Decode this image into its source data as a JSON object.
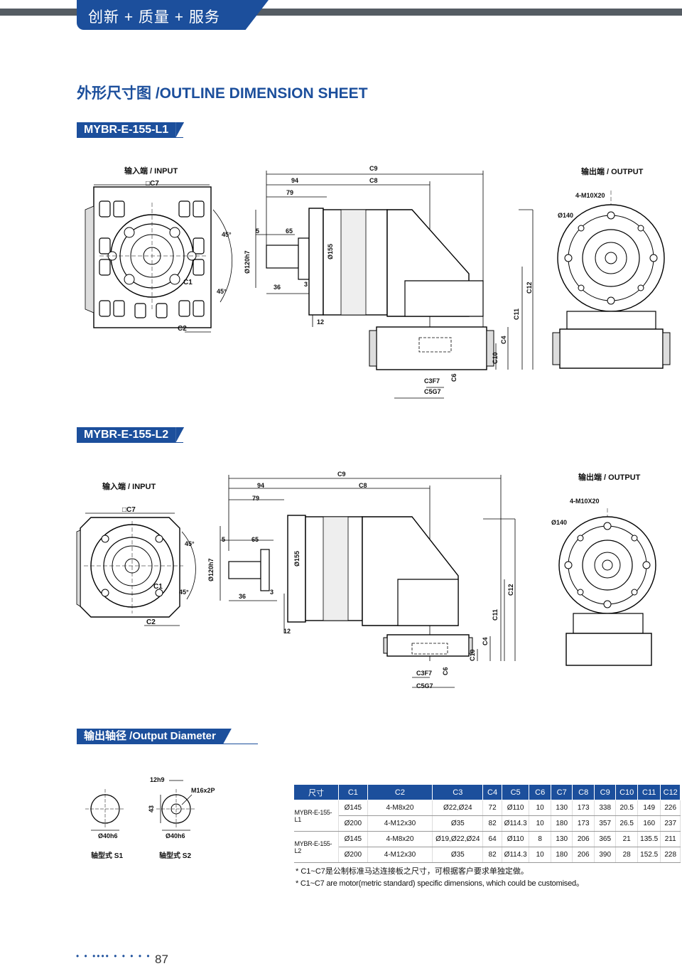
{
  "header": {
    "title": "创新 + 质量 + 服务"
  },
  "section_title": "外形尺寸图 /OUTLINE DIMENSION SHEET",
  "drawings": [
    {
      "model": "MYBR-E-155-L1",
      "input_label": "输入端 / INPUT",
      "output_label": "输出端 / OUTPUT",
      "dims": {
        "c7": "□C7",
        "c1": "C1",
        "c2": "C2",
        "a45a": "45°",
        "a45b": "45°",
        "c9": "C9",
        "c8": "C8",
        "d94": "94",
        "d79": "79",
        "d5": "5",
        "d65": "65",
        "d120": "Ø120h7",
        "d155": "Ø155",
        "d36": "36",
        "d3": "3",
        "d12": "12",
        "c12": "C12",
        "c11": "C11",
        "c4": "C4",
        "c10": "C10",
        "c6": "C6",
        "c3": "C3F7",
        "c5": "C5G7",
        "m10": "4-M10X20",
        "d140": "Ø140"
      }
    },
    {
      "model": "MYBR-E-155-L2",
      "input_label": "输入端 / INPUT",
      "output_label": "输出端 / OUTPUT",
      "dims": {
        "c7": "□C7",
        "c1": "C1",
        "c2": "C2",
        "a45a": "45°",
        "a45b": "45°",
        "c9": "C9",
        "c8": "C8",
        "d94": "94",
        "d79": "79",
        "d5": "5",
        "d65": "65",
        "d120": "Ø120h7",
        "d155": "Ø155",
        "d36": "36",
        "d3": "3",
        "d12": "12",
        "c12": "C12",
        "c11": "C11",
        "c4": "C4",
        "c10": "C10",
        "c6": "C6",
        "c3": "C3F7",
        "c5": "C5G7",
        "m10": "4-M10X20",
        "d140": "Ø140"
      }
    }
  ],
  "output_diameter": {
    "title": "输出轴径 /Output Diameter",
    "s1_label": "轴型式  S1",
    "s2_label": "轴型式  S2",
    "s1_dia": "Ø40h6",
    "s2_dia": "Ø40h6",
    "s2_key": "12h9",
    "s2_height": "43",
    "s2_thread": "M16x2P"
  },
  "table": {
    "headers": [
      "尺寸",
      "C1",
      "C2",
      "C3",
      "C4",
      "C5",
      "C6",
      "C7",
      "C8",
      "C9",
      "C10",
      "C11",
      "C12"
    ],
    "groups": [
      {
        "model": "MYBR-E-155-L1",
        "rows": [
          [
            "Ø145",
            "4-M8x20",
            "Ø22,Ø24",
            "72",
            "Ø110",
            "10",
            "130",
            "173",
            "338",
            "20.5",
            "149",
            "226"
          ],
          [
            "Ø200",
            "4-M12x30",
            "Ø35",
            "82",
            "Ø114.3",
            "10",
            "180",
            "173",
            "357",
            "26.5",
            "160",
            "237"
          ]
        ]
      },
      {
        "model": "MYBR-E-155-L2",
        "rows": [
          [
            "Ø145",
            "4-M8x20",
            "Ø19,Ø22,Ø24",
            "64",
            "Ø110",
            "8",
            "130",
            "206",
            "365",
            "21",
            "135.5",
            "211"
          ],
          [
            "Ø200",
            "4-M12x30",
            "Ø35",
            "82",
            "Ø114.3",
            "10",
            "180",
            "206",
            "390",
            "28",
            "152.5",
            "228"
          ]
        ]
      }
    ],
    "note_cn": "* C1~C7是公制标准马达连接板之尺寸，可根据客户要求单独定做。",
    "note_en": "* C1~C7 are motor(metric standard) specific dimensions, which could be customised。"
  },
  "footer": {
    "dots": "• • •••• • • • • •",
    "page": "87"
  },
  "colors": {
    "brand": "#1c4f9c",
    "header_bar": "#555c63"
  }
}
